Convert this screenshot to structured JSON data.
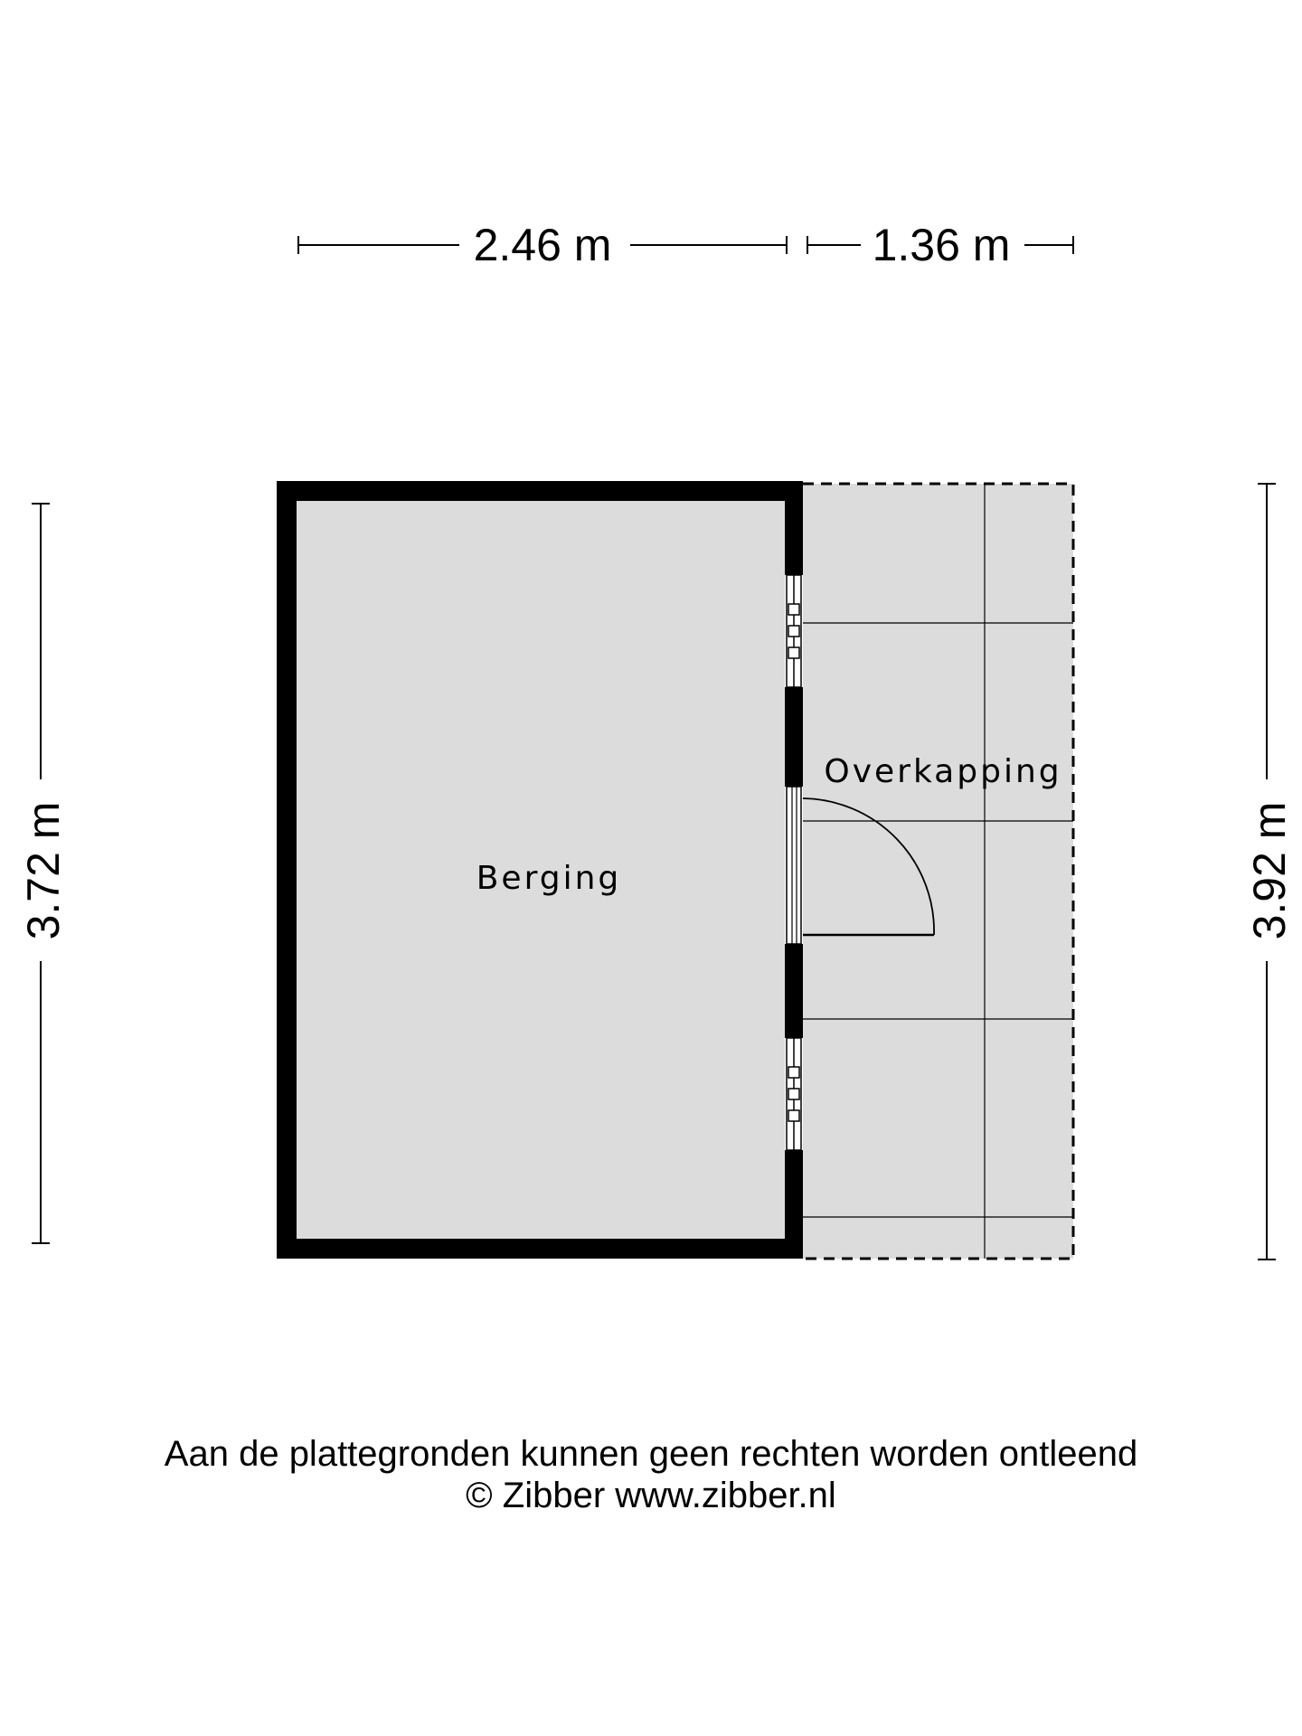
{
  "dimensions": {
    "top_left": "2.46 m",
    "top_right": "1.36 m",
    "left": "3.72 m",
    "right": "3.92 m"
  },
  "rooms": {
    "berging": "Berging",
    "overkapping": "Overkapping"
  },
  "footer": {
    "disclaimer": "Aan de plattegronden kunnen geen rechten worden ontleend",
    "copyright": "© Zibber www.zibber.nl"
  },
  "colors": {
    "room_fill": "#dcdcdc",
    "wall": "#000000"
  }
}
